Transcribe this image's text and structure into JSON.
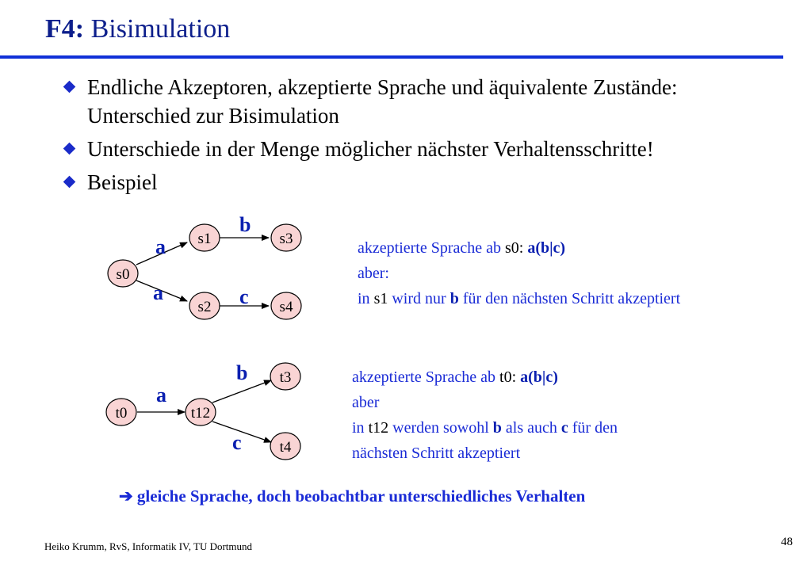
{
  "title": {
    "prefix": "F4:",
    "text": "Bisimulation"
  },
  "bullets": [
    {
      "line1": "Endliche Akzeptoren, akzeptierte Sprache und äquivalente Zustände:",
      "line2": "Unterschied zur Bisimulation"
    },
    {
      "line1": "Unterschiede in der Menge möglicher nächster Verhaltensschritte!"
    },
    {
      "line1": "Beispiel"
    }
  ],
  "diagram1": {
    "nodes": {
      "s0": "s0",
      "s1": "s1",
      "s2": "s2",
      "s3": "s3",
      "s4": "s4"
    },
    "labels": {
      "s0_s1": "a",
      "s0_s2": "a",
      "s1_s3": "b",
      "s2_s4": "c"
    }
  },
  "diagram2": {
    "nodes": {
      "t0": "t0",
      "t12": "t12",
      "t3": "t3",
      "t4": "t4"
    },
    "labels": {
      "t0_t12": "a",
      "t12_t3": "b",
      "t12_t4": "c"
    }
  },
  "desc1": {
    "l1_pre": "akzeptierte Sprache ab ",
    "l1_state": "s0:",
    "l1_expr": " a(b|c)",
    "l2": "aber:",
    "l3_pre": "in ",
    "l3_state": "s1",
    "l3_mid": " wird nur ",
    "l3_b": "b",
    "l3_post": " für den nächsten Schritt akzeptiert"
  },
  "desc2": {
    "l1_pre": "akzeptierte Sprache ab ",
    "l1_state": "t0:",
    "l1_expr": " a(b|c)",
    "l2": "aber",
    "l3_pre": "in ",
    "l3_state": "t12",
    "l3_mid": " werden sowohl ",
    "l3_b": "b",
    "l3_mid2": " als auch ",
    "l3_c": "c",
    "l3_post": " für den",
    "l4": "nächsten Schritt akzeptiert"
  },
  "conclusion": {
    "arrow": "➔",
    "text": "gleiche Sprache, doch beobachtbar unterschiedliches Verhalten"
  },
  "footer": "Heiko Krumm, RvS, Informatik IV, TU Dortmund",
  "page_number": "48",
  "colors": {
    "title": "#0d1f8c",
    "rule": "#1030d8",
    "text_blue": "#1a2bd6",
    "node_fill": "#f9d4d4"
  }
}
